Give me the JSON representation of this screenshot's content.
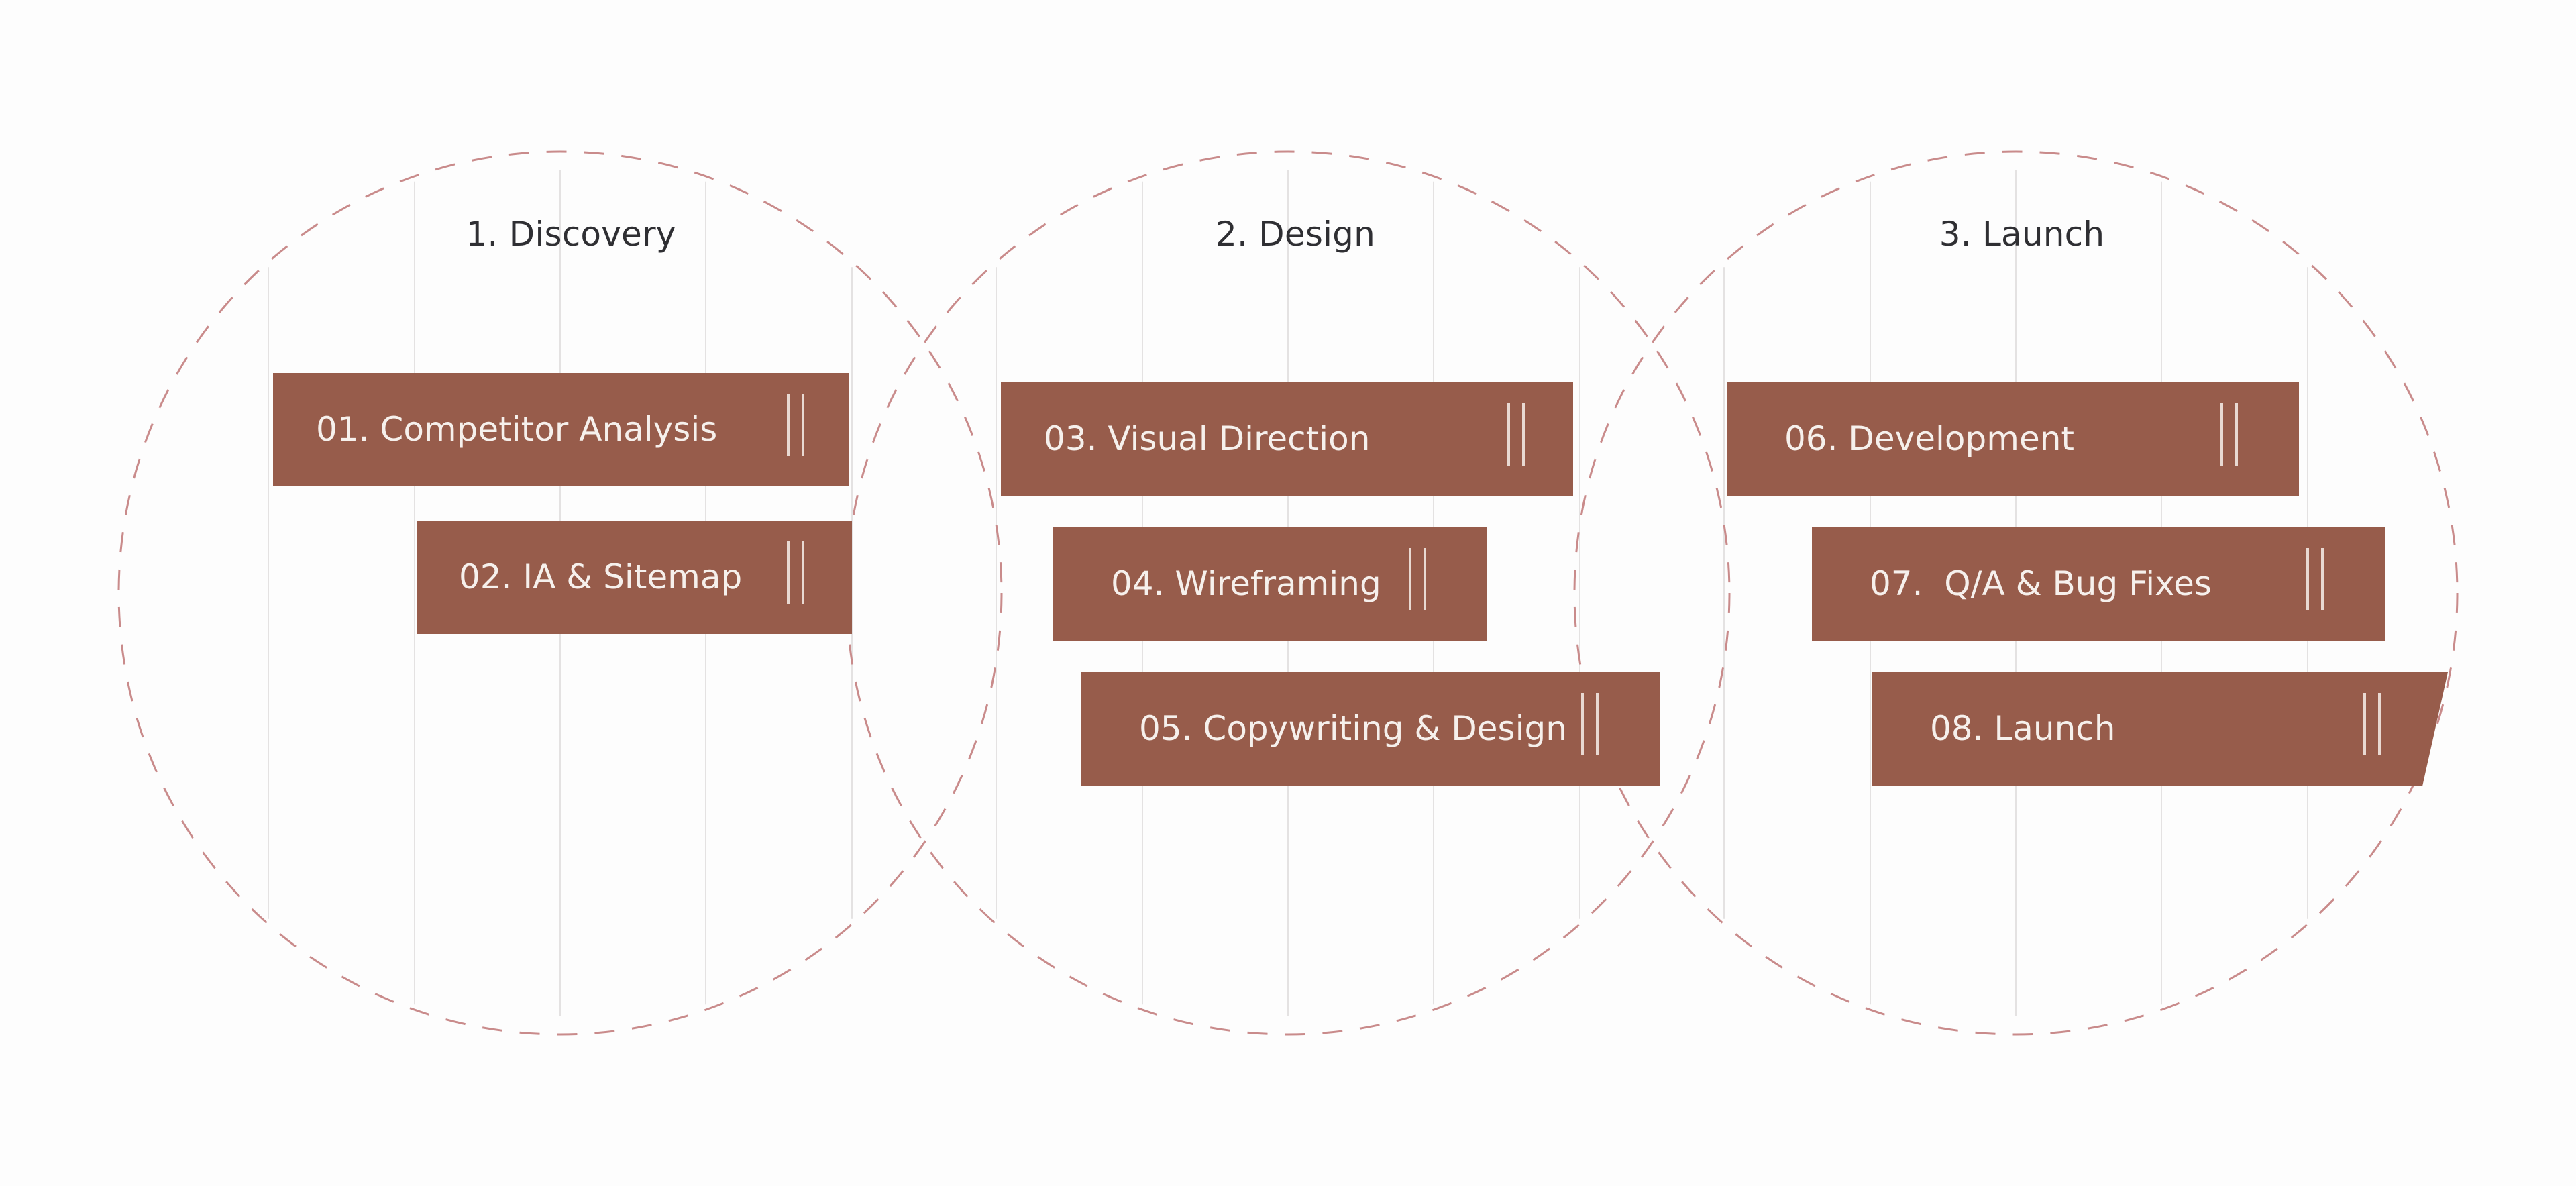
{
  "phases": [
    {
      "title": "1. Discovery"
    },
    {
      "title": "2. Design"
    },
    {
      "title": "3. Launch"
    }
  ],
  "tasks": [
    {
      "label": "01. Competitor Analysis",
      "phase": "1. Discovery"
    },
    {
      "label": "02. IA & Sitemap",
      "phase": "1. Discovery"
    },
    {
      "label": "03. Visual Direction",
      "phase": "2. Design"
    },
    {
      "label": "04. Wireframing",
      "phase": "2. Design"
    },
    {
      "label": "05. Copywriting & Design",
      "phase": "2. Design"
    },
    {
      "label": "06. Development",
      "phase": "3. Launch"
    },
    {
      "label": "07.  Q/A & Bug Fixes",
      "phase": "3. Launch"
    },
    {
      "label": "08. Launch",
      "phase": "3. Launch"
    }
  ],
  "colors": {
    "bar_fill": "#975c4b",
    "bar_text": "#f6f0ec",
    "handle": "#e9d9d2",
    "circle_dash": "#c98b8b",
    "grid_line": "#e4e2e2",
    "title_text": "#2f2f33",
    "background": "#fdfdfd"
  },
  "icons": {
    "drag_handle": "double-vertical-bar-icon"
  }
}
